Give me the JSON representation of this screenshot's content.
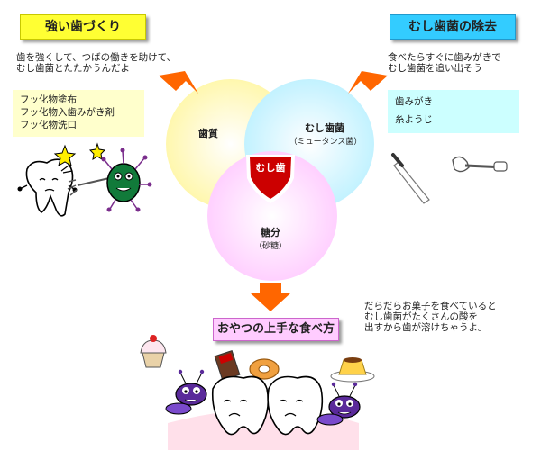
{
  "strong_teeth": {
    "title": "強い歯づくり",
    "description": "歯を強くして、つばの働きを助けて、\nむし歯菌とたたかうんだよ",
    "items": [
      "フッ化物塗布",
      "フッ化物入歯みがき剤",
      "フッ化物洗口"
    ]
  },
  "remove_bacteria": {
    "title": "むし歯菌の除去",
    "description": "食べたらすぐに歯みがきで\nむし歯菌を追い出そう",
    "items": [
      "歯みがき",
      "糸ようじ"
    ]
  },
  "venn": {
    "tooth_quality": "歯質",
    "bacteria": "むし歯菌",
    "bacteria_sub": "（ミュータンス菌）",
    "sugar": "糖分",
    "sugar_sub": "（砂糖）",
    "center": "むし歯"
  },
  "snacks": {
    "title": "おやつの上手な食べ方",
    "description": "だらだらお菓子を食べていると\nむし歯菌がたくさんの酸を\n出すから歯が溶けちゃうよ。"
  },
  "colors": {
    "circle_tooth": "#fff7b0",
    "circle_bacteria": "#c8f4ff",
    "circle_sugar": "#ffd0ff",
    "arrow": "#ff6600",
    "center_shield": "#cc0000"
  }
}
